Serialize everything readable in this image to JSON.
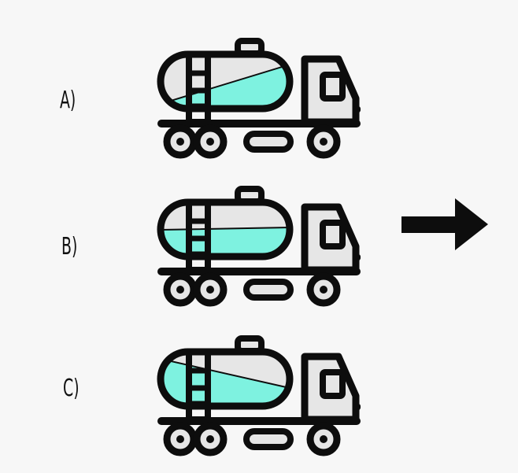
{
  "options": [
    {
      "label": "A)",
      "liquid": "tilted-rising-to-front"
    },
    {
      "label": "B)",
      "liquid": "level"
    },
    {
      "label": "C)",
      "liquid": "tilted-rising-to-back"
    }
  ],
  "colors": {
    "liquid": "#7ef2e0",
    "body": "#e6e6e6",
    "outline": "#0d0d0d",
    "background": "#f7f7f7"
  },
  "arrow_icon": "right-arrow"
}
